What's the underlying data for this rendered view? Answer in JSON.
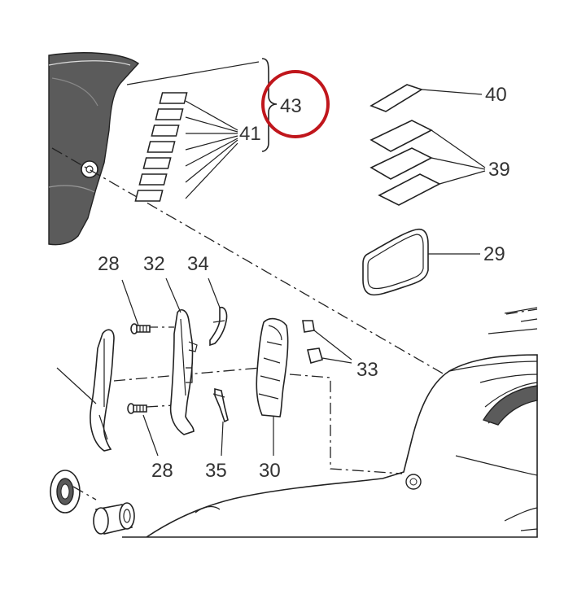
{
  "diagram": {
    "callouts": {
      "c43": "43",
      "c41": "41",
      "c40": "40",
      "c39": "39",
      "c29": "29",
      "c28_top": "28",
      "c32": "32",
      "c34": "34",
      "c33": "33",
      "c28_bottom": "28",
      "c35": "35",
      "c30": "30"
    },
    "highlight_color": "#c0161c",
    "highlighted_callout": "43"
  }
}
